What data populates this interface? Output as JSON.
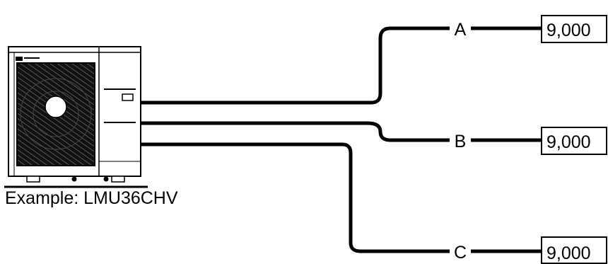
{
  "caption": "Example: LMU36CHV",
  "branches": [
    {
      "port": "A",
      "capacity": "9,000"
    },
    {
      "port": "B",
      "capacity": "9,000"
    },
    {
      "port": "C",
      "capacity": "9,000"
    }
  ]
}
